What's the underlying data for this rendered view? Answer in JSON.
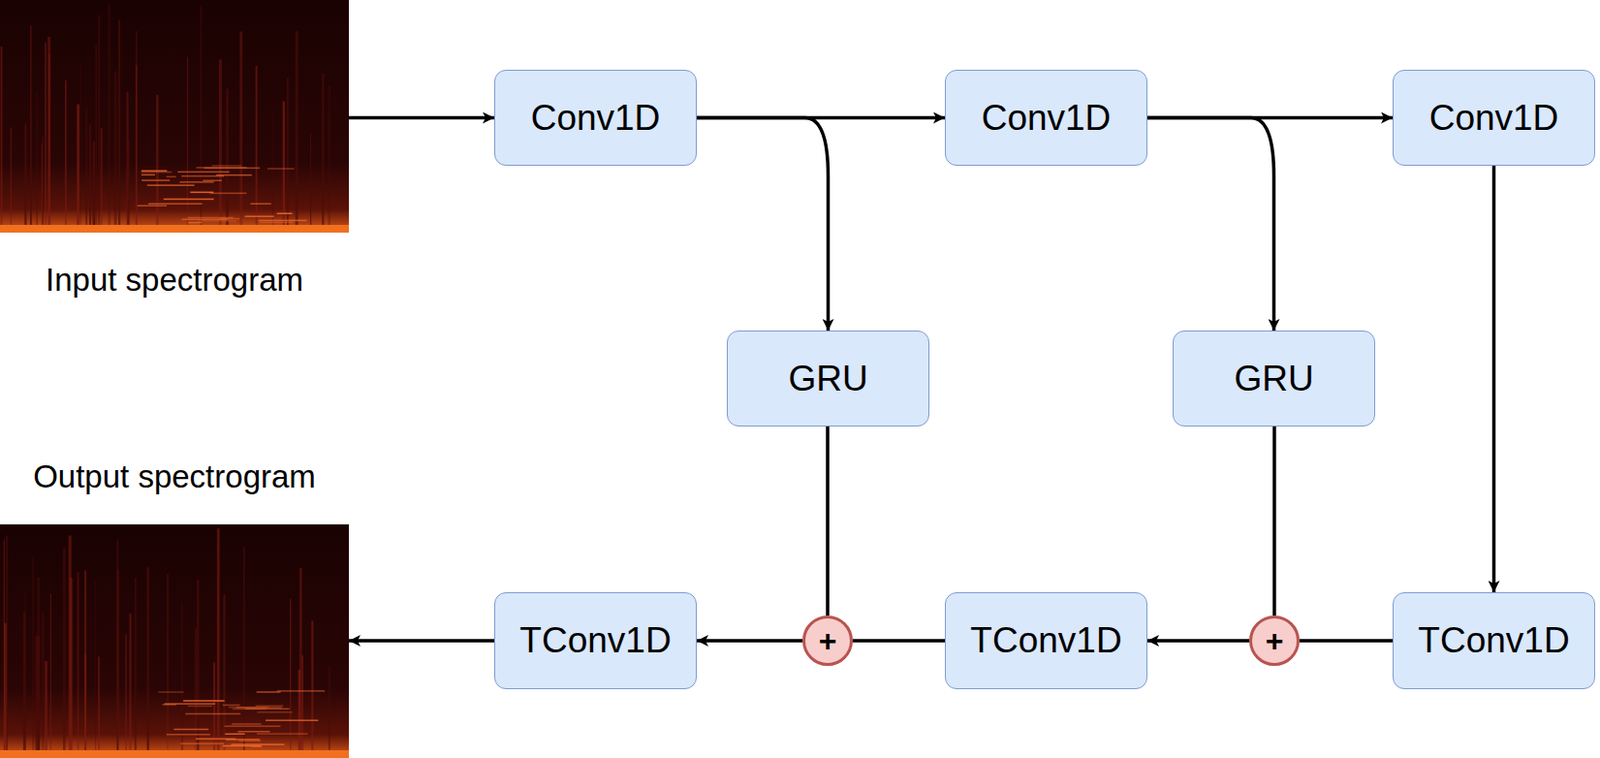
{
  "diagram": {
    "nodes": [
      {
        "text": [
          "Input spectrogram"
        ]
      },
      {
        "text": [
          "Conv1D"
        ]
      },
      {
        "text": [
          "Conv1D"
        ]
      },
      {
        "text": [
          "Conv1D"
        ]
      },
      {
        "text": [
          "GRU"
        ]
      },
      {
        "text": [
          "GRU"
        ]
      },
      {
        "text": [
          "Output spectrogram"
        ]
      },
      {
        "text": [
          "TConv1D"
        ]
      },
      {
        "text": [
          "+"
        ]
      },
      {
        "text": [
          "TConv1D"
        ]
      },
      {
        "text": [
          "+"
        ]
      },
      {
        "text": [
          "TConv1D"
        ]
      }
    ],
    "edges": [
      {
        "from": 0,
        "to": 1,
        "arrow": "to"
      },
      {
        "from": 1,
        "to": 2,
        "arrow": "to"
      },
      {
        "from": 2,
        "to": 3,
        "arrow": "to"
      },
      {
        "from": 1,
        "to": 4,
        "arrow": "to"
      },
      {
        "from": 2,
        "to": 5,
        "arrow": "to"
      },
      {
        "from": 3,
        "to": 11,
        "arrow": "to"
      },
      {
        "from": 11,
        "to": 10,
        "arrow": "none"
      },
      {
        "from": 5,
        "to": 10,
        "arrow": "none"
      },
      {
        "from": 10,
        "to": 9,
        "arrow": "to"
      },
      {
        "from": 9,
        "to": 8,
        "arrow": "none"
      },
      {
        "from": 4,
        "to": 8,
        "arrow": "none"
      },
      {
        "from": 8,
        "to": 7,
        "arrow": "to"
      },
      {
        "from": 7,
        "to": 6,
        "arrow": "to"
      }
    ]
  }
}
